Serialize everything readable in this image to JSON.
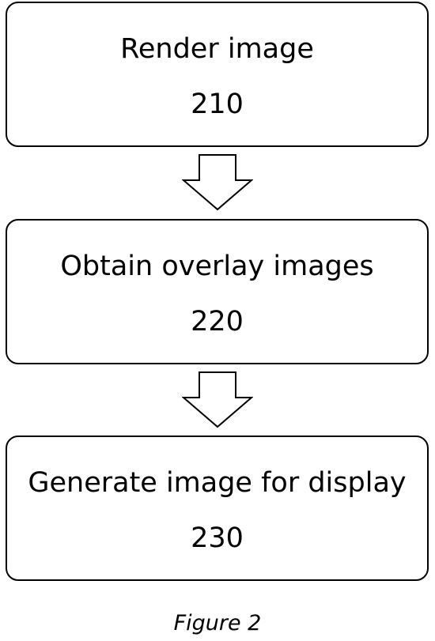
{
  "steps": [
    {
      "label": "Render image",
      "number": "210"
    },
    {
      "label": "Obtain overlay images",
      "number": "220"
    },
    {
      "label": "Generate image for display",
      "number": "230"
    }
  ],
  "caption": "Figure 2"
}
